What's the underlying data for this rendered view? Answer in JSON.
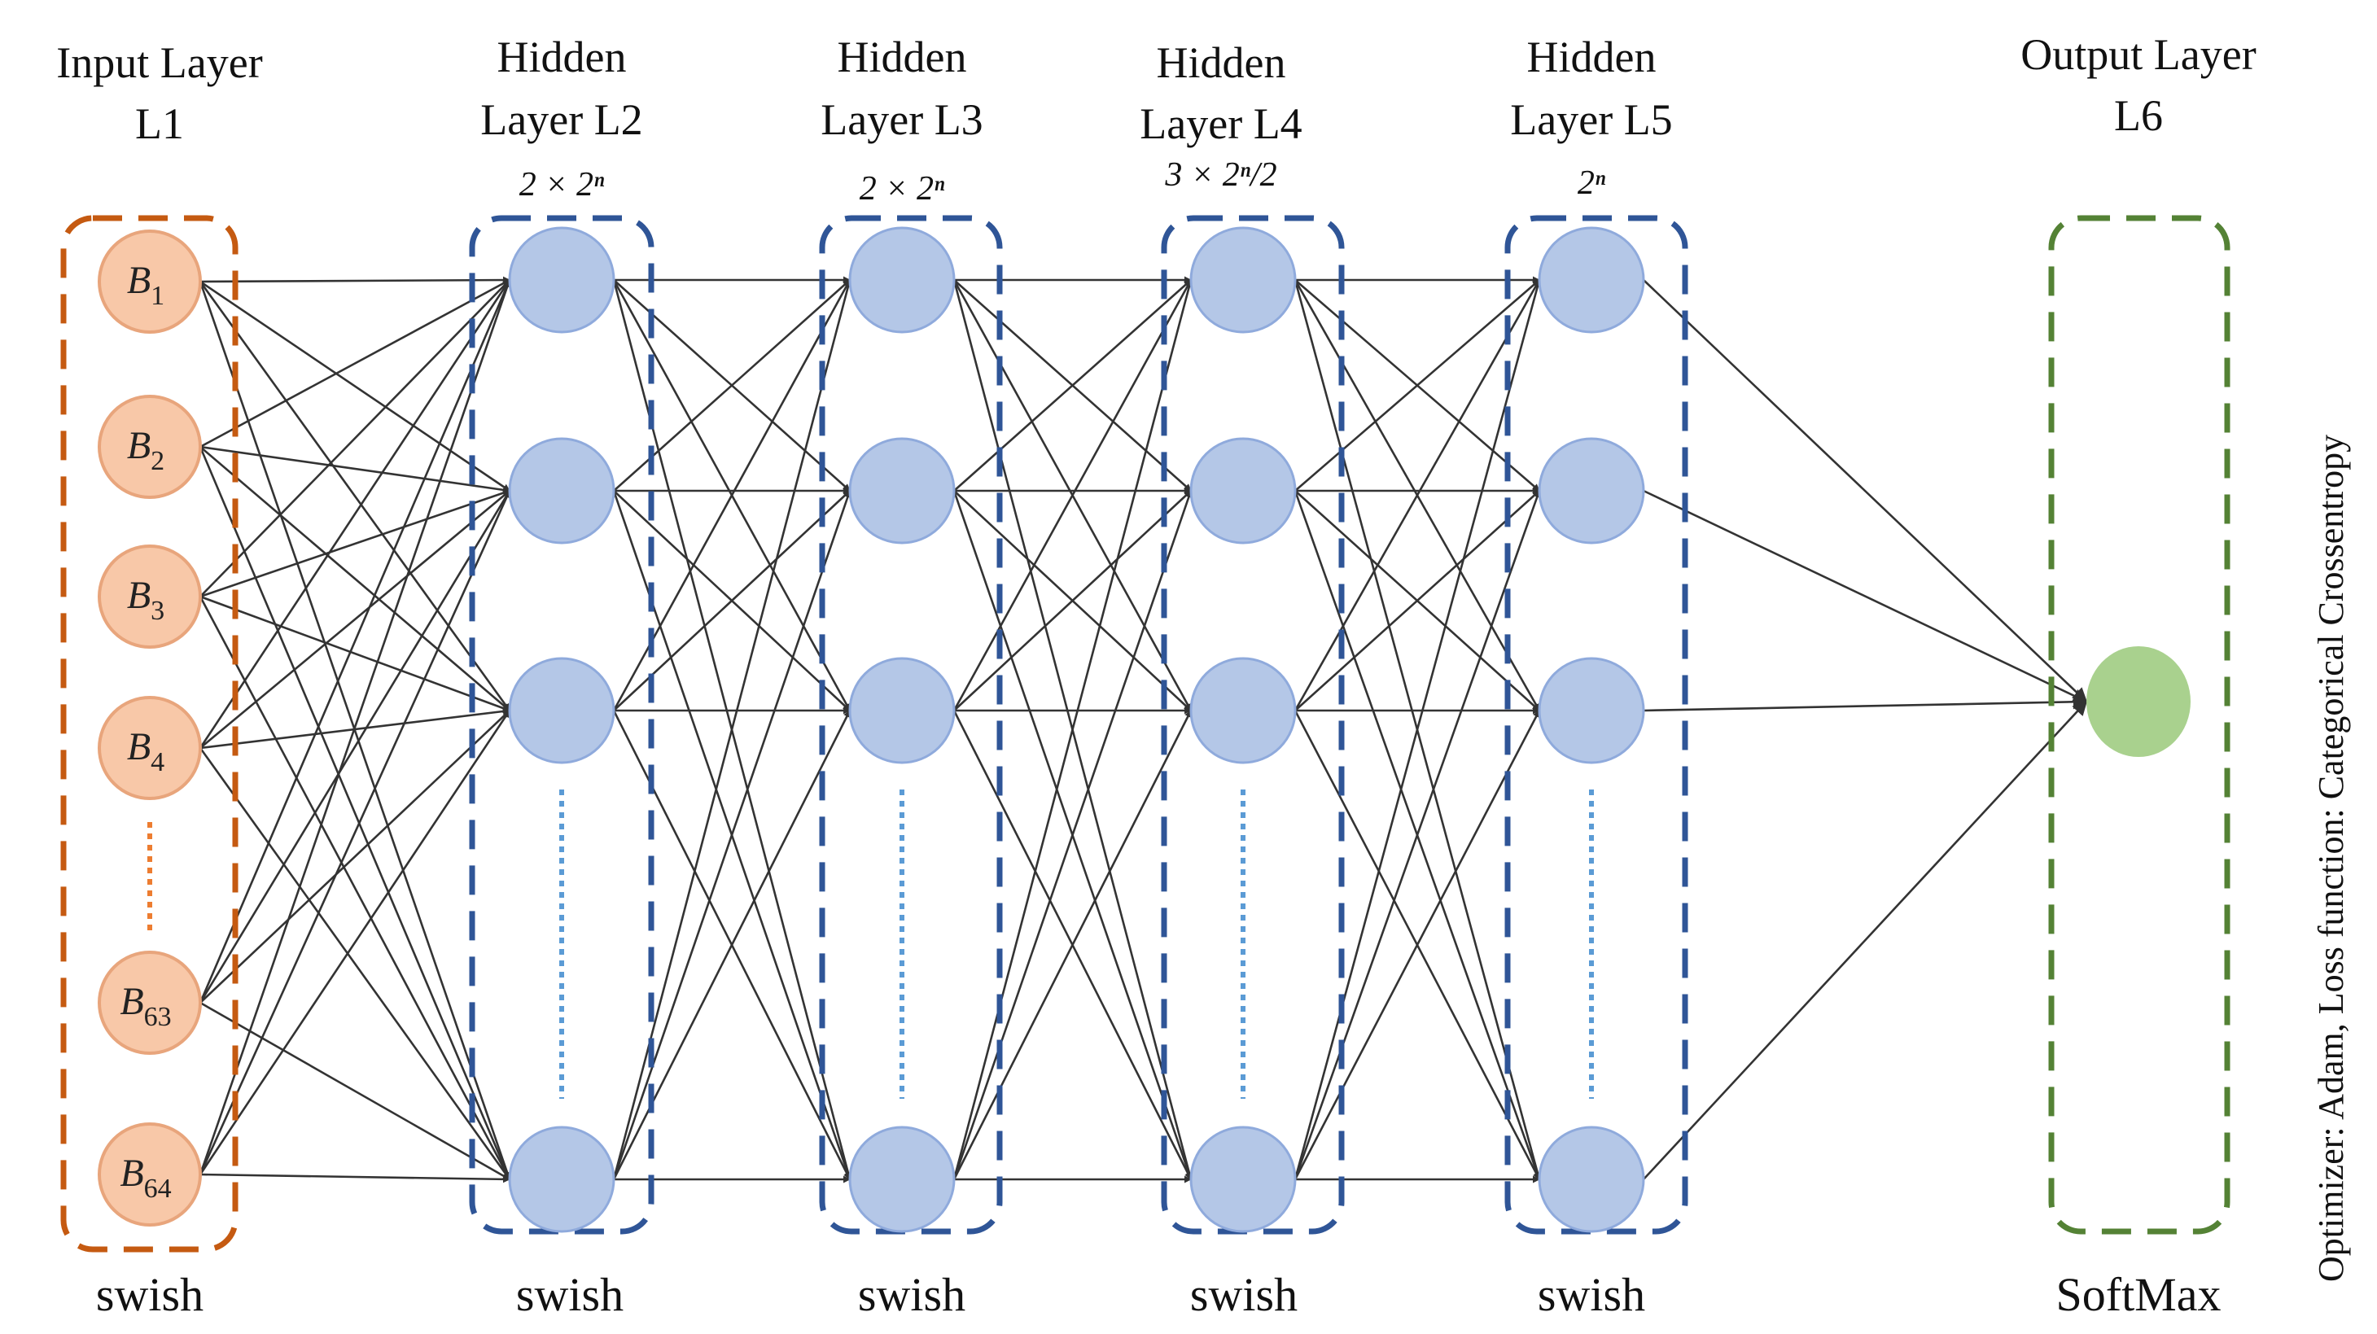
{
  "colors": {
    "input_node_fill": "#f8c8a8",
    "input_node_stroke": "#e8a57c",
    "input_box_stroke": "#c55a11",
    "hidden_node_fill": "#b4c7e7",
    "hidden_node_stroke": "#8faadc",
    "hidden_box_stroke": "#2f5597",
    "output_node_fill": "#a9d18e",
    "output_box_stroke": "#548235",
    "edge": "#333333",
    "input_ellipsis": "#ed7d31",
    "hidden_ellipsis": "#5b9bd5"
  },
  "layers": [
    {
      "id": "input",
      "title_lines": [
        "Input Layer",
        "L1"
      ],
      "size": "",
      "activation": "swish",
      "nodes": [
        {
          "base": "B",
          "sub": "1"
        },
        {
          "base": "B",
          "sub": "2"
        },
        {
          "base": "B",
          "sub": "3"
        },
        {
          "base": "B",
          "sub": "4"
        },
        {
          "base": "B",
          "sub": "63"
        },
        {
          "base": "B",
          "sub": "64"
        }
      ]
    },
    {
      "id": "hidden-l2",
      "title_lines": [
        "Hidden",
        "Layer L2"
      ],
      "size": "2 × 2ⁿ",
      "activation": "swish",
      "nodes": [
        {},
        {},
        {},
        {}
      ]
    },
    {
      "id": "hidden-l3",
      "title_lines": [
        "Hidden",
        "Layer L3"
      ],
      "size": "2 × 2ⁿ",
      "activation": "swish",
      "nodes": [
        {},
        {},
        {},
        {}
      ]
    },
    {
      "id": "hidden-l4",
      "title_lines": [
        "Hidden",
        "Layer L4"
      ],
      "size": "3 × 2ⁿ/2",
      "activation": "swish",
      "nodes": [
        {},
        {},
        {},
        {}
      ]
    },
    {
      "id": "hidden-l5",
      "title_lines": [
        "Hidden",
        "Layer L5"
      ],
      "size": "2ⁿ",
      "activation": "swish",
      "nodes": [
        {},
        {},
        {},
        {}
      ]
    },
    {
      "id": "output",
      "title_lines": [
        "Output Layer",
        "L6"
      ],
      "size": "",
      "activation": "SoftMax",
      "nodes": [
        {}
      ]
    }
  ],
  "side_note": "Optimizer: Adam,     Loss function: Categorical Crossentropy"
}
